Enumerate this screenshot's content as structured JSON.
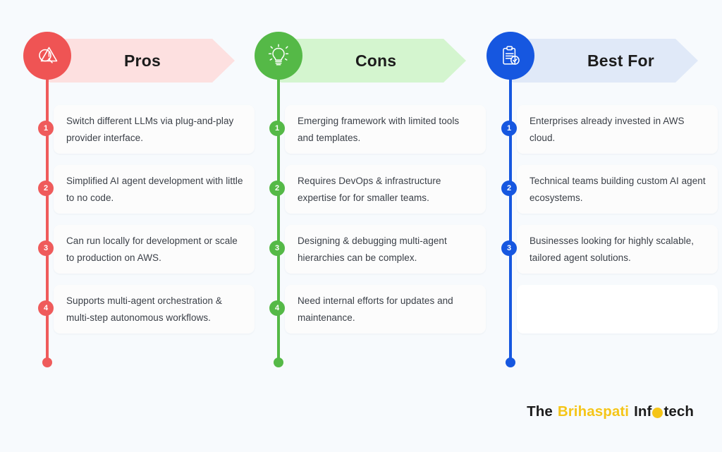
{
  "background_color": "#f7fafd",
  "columns": [
    {
      "key": "pros",
      "title": "Pros",
      "icon": "warning-magnifier-icon",
      "accent_color": "#ef5b5b",
      "banner_color": "#fde0e0",
      "items": [
        {
          "number": "1",
          "text": "Switch different LLMs via plug-and-play provider interface."
        },
        {
          "number": "2",
          "text": "Simplified AI agent development with little to no code."
        },
        {
          "number": "3",
          "text": "Can run locally for development or scale to production on AWS."
        },
        {
          "number": "4",
          "text": "Supports multi-agent orchestration & multi-step autonomous workflows."
        }
      ]
    },
    {
      "key": "cons",
      "title": "Cons",
      "icon": "lightbulb-icon",
      "accent_color": "#55b947",
      "banner_color": "#d4f5cf",
      "items": [
        {
          "number": "1",
          "text": "Emerging framework with limited tools and templates."
        },
        {
          "number": "2",
          "text": "Requires DevOps & infrastructure expertise for for smaller teams."
        },
        {
          "number": "3",
          "text": "Designing & debugging multi-agent hierarchies can be complex."
        },
        {
          "number": "4",
          "text": "Need internal efforts for updates and maintenance."
        }
      ]
    },
    {
      "key": "best",
      "title": "Best For",
      "icon": "clipboard-check-icon",
      "accent_color": "#1657e0",
      "banner_color": "#e0e9f8",
      "items": [
        {
          "number": "1",
          "text": "Enterprises already invested in AWS cloud."
        },
        {
          "number": "2",
          "text": "Technical teams building custom AI agent ecosystems."
        },
        {
          "number": "3",
          "text": "Businesses looking for highly scalable, tailored agent solutions."
        },
        {
          "number": "",
          "text": ""
        }
      ]
    }
  ],
  "footer": {
    "the": "The",
    "brand": "Brihaspati",
    "inf": "Inf",
    "tech": "tech",
    "mark": "logo-dot",
    "brand_color": "#f5c518"
  }
}
